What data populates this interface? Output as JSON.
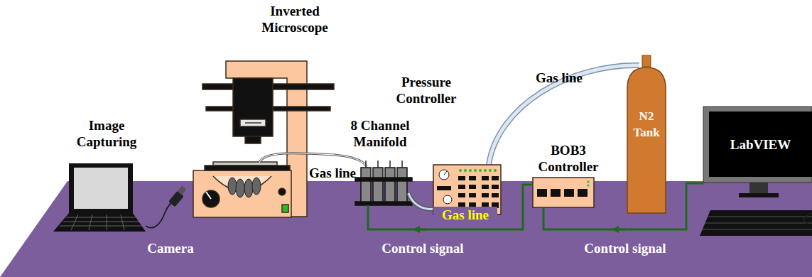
{
  "diagram": {
    "nodes": [
      {
        "text": [
          "N2 Tank"
        ]
      },
      {
        "text": [
          "LabVIEW"
        ]
      }
    ],
    "labels": [
      "Inverted Microscope",
      "Image Capturing",
      "Camera",
      "8 Channel Manifold",
      "Gas line",
      "Pressure Controller",
      "Gas line",
      "BOB3 Controller",
      "Gas line",
      "Control signal",
      "Control signal"
    ]
  }
}
